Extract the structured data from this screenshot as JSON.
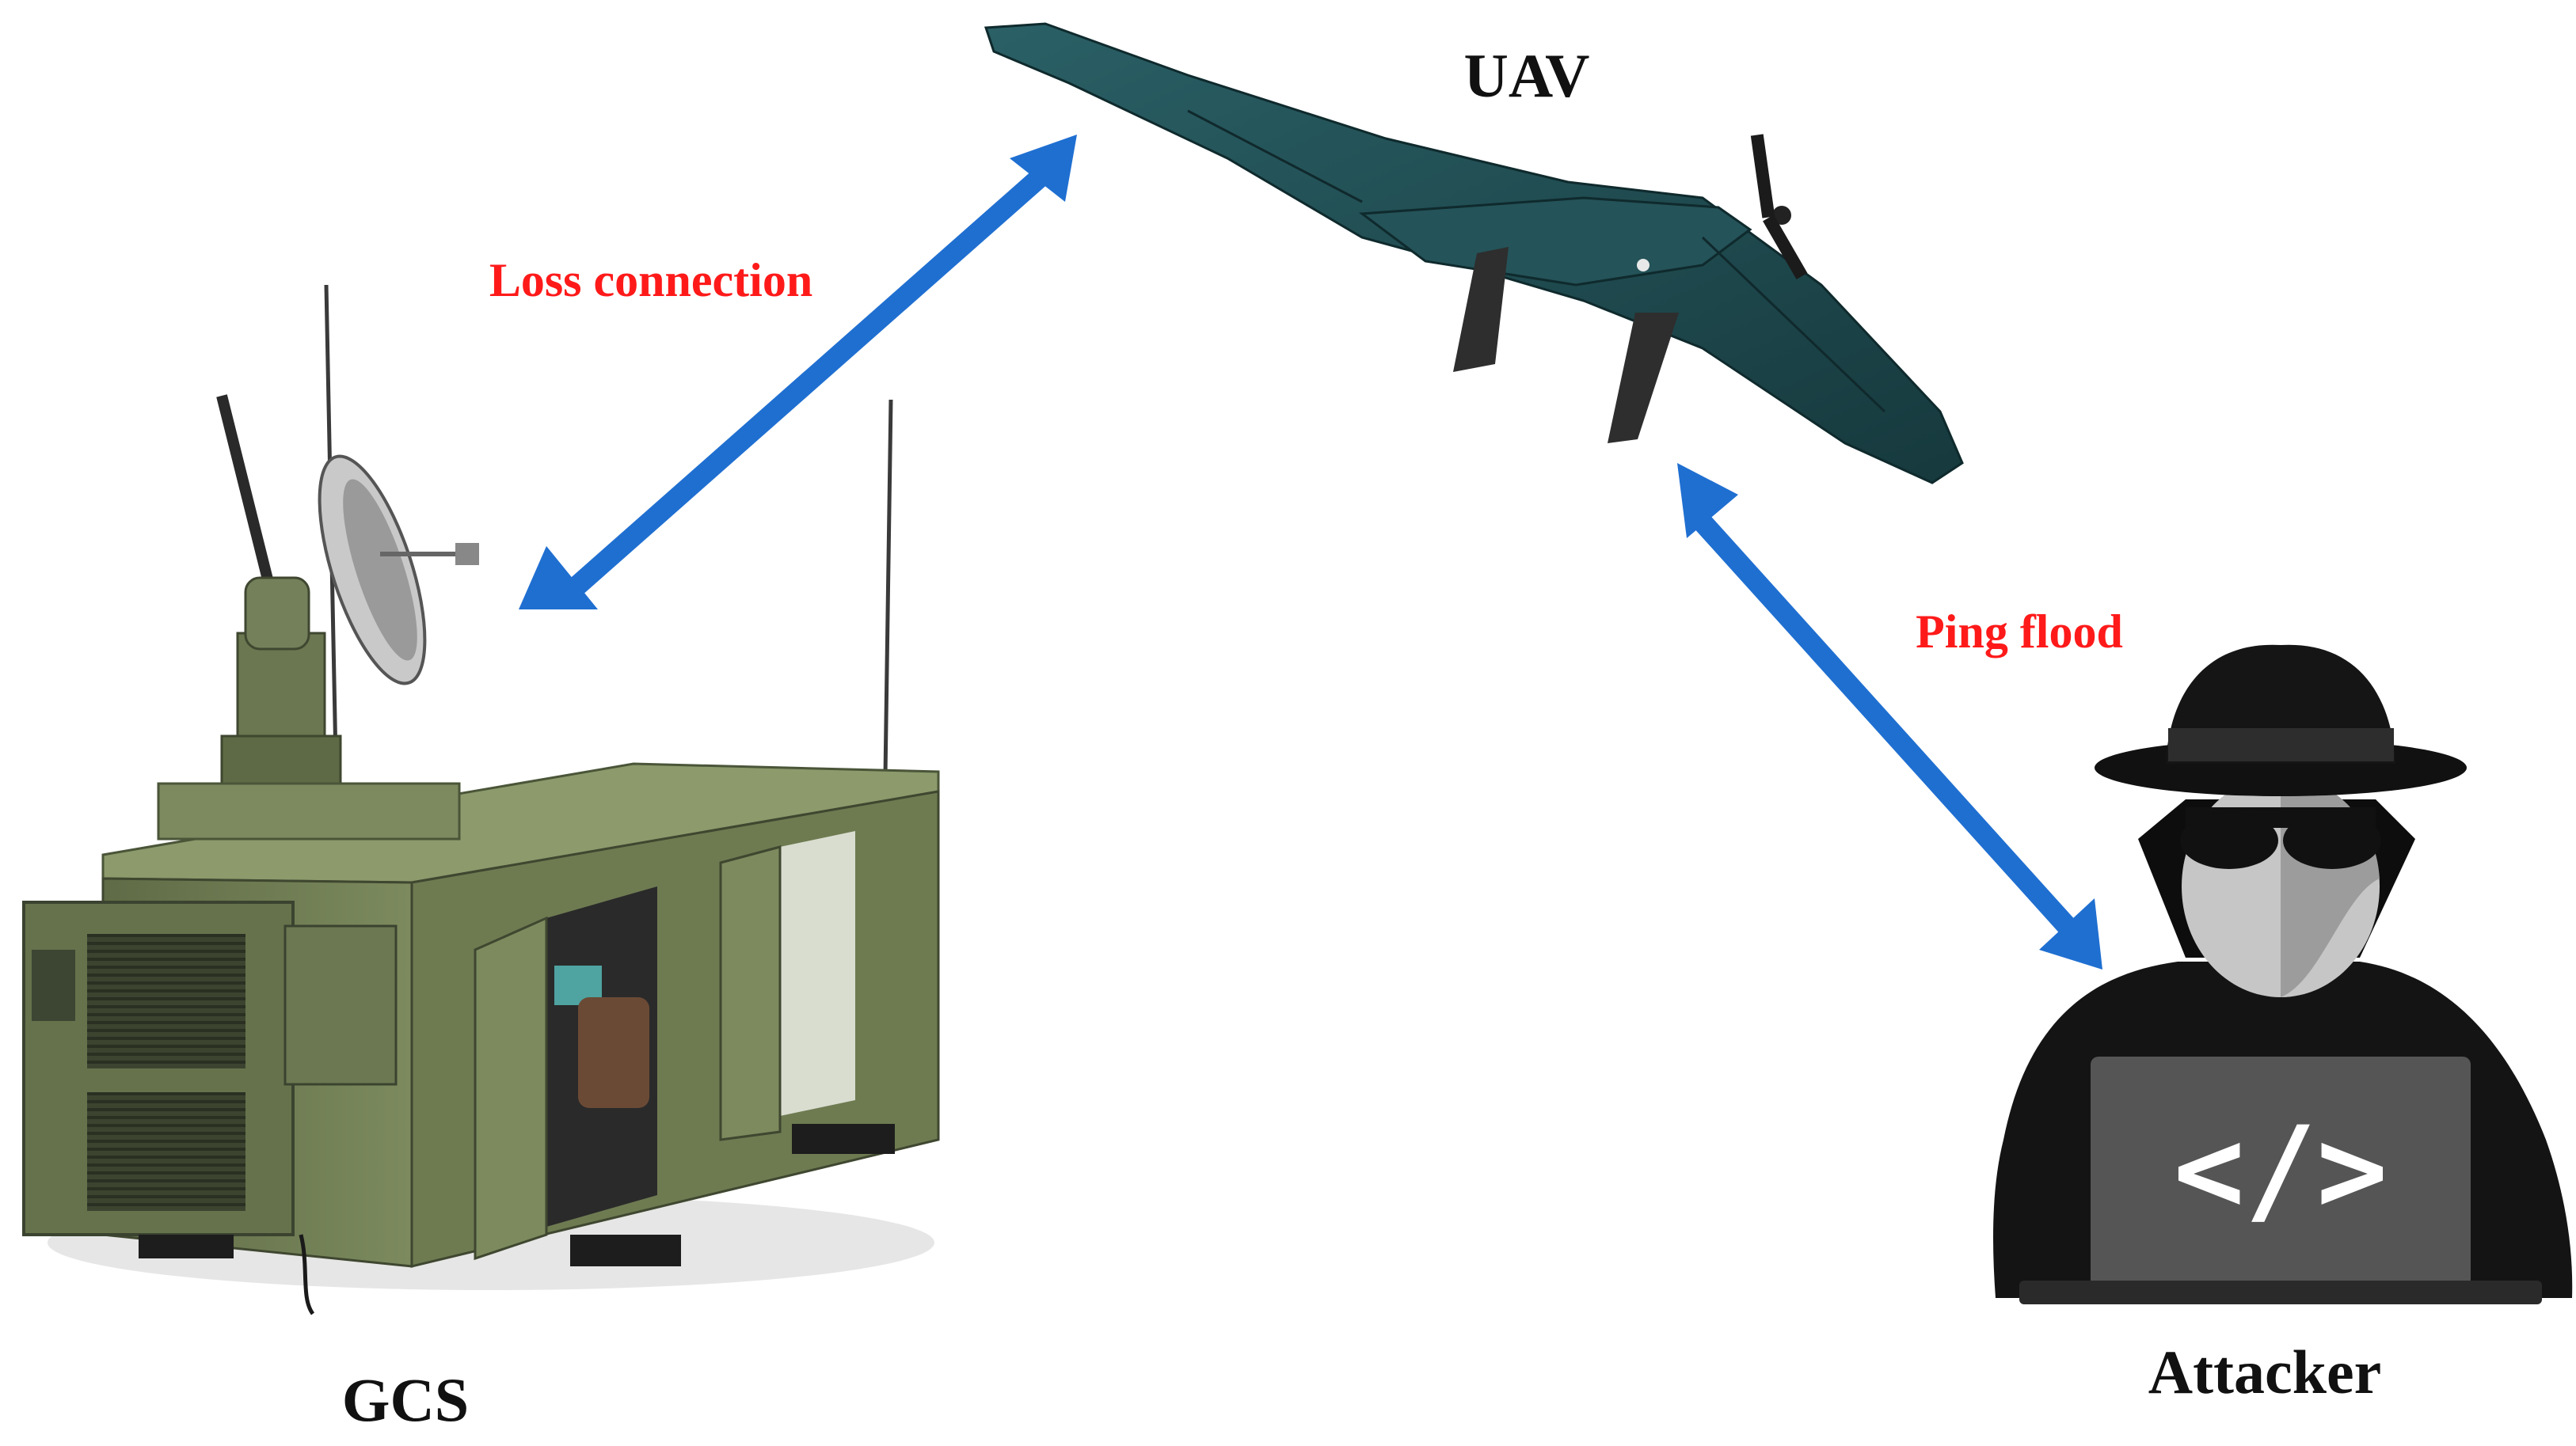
{
  "labels": {
    "uav": "UAV",
    "gcs": "GCS",
    "attacker": "Attacker",
    "link_gcs_uav": "Loss connection",
    "link_attacker_uav": "Ping flood",
    "laptop_code": "</>"
  },
  "colors": {
    "arrow": "#1f6fd1",
    "warning_text": "#ff1a1a",
    "uav_body": "#1f4b50",
    "gcs_body": "#6f7c54",
    "attacker": "#141414"
  },
  "icons": {
    "uav": "fixed-wing-drone-icon",
    "gcs": "shelter-with-satellite-dish-icon",
    "attacker": "hooded-hacker-with-laptop-icon"
  }
}
